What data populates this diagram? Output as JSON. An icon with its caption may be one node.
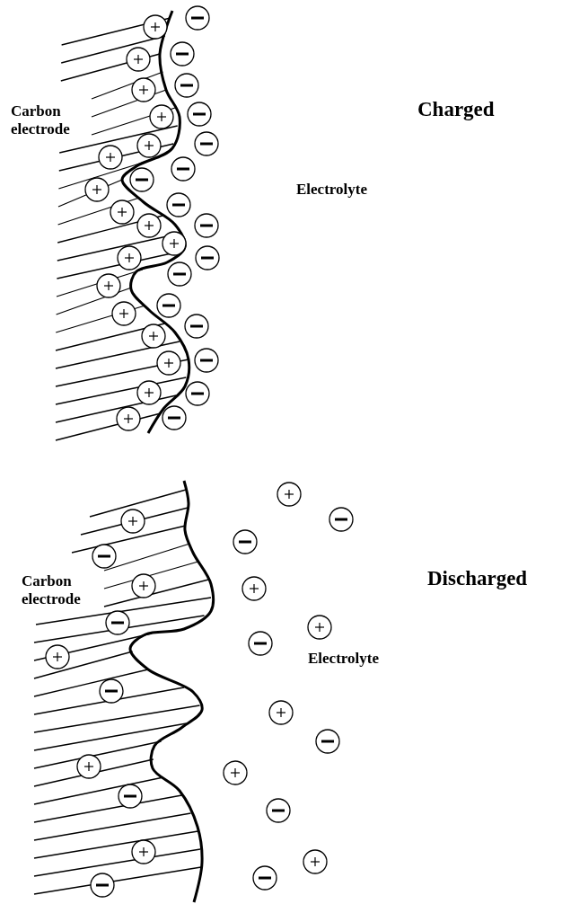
{
  "diagram": {
    "labels": [
      "Carbon electrode",
      "Charged",
      "Electrolyte",
      "Carbon electrode",
      "Discharged",
      "Electrolyte"
    ]
  }
}
